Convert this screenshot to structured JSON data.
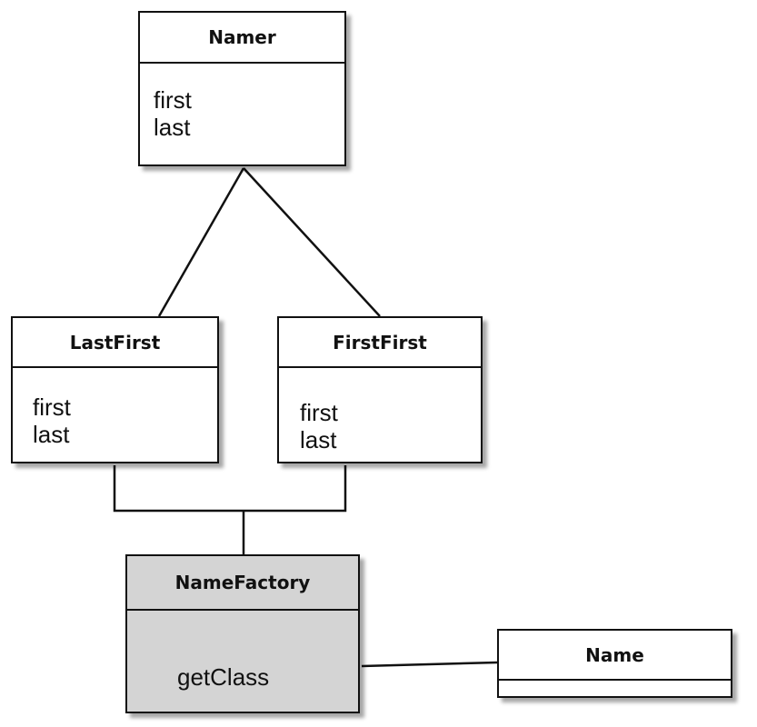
{
  "diagram": {
    "classes": {
      "namer": {
        "name": "Namer",
        "members": [
          "first",
          "last"
        ]
      },
      "lastfirst": {
        "name": "LastFirst",
        "members": [
          "first",
          "last"
        ]
      },
      "firstfirst": {
        "name": "FirstFirst",
        "members": [
          "first",
          "last"
        ]
      },
      "namefactory": {
        "name": "NameFactory",
        "members": [
          "getClass"
        ]
      },
      "name": {
        "name": "Name",
        "members": []
      }
    },
    "relationships": [
      {
        "from": "LastFirst",
        "to": "Namer",
        "kind": "association"
      },
      {
        "from": "FirstFirst",
        "to": "Namer",
        "kind": "association"
      },
      {
        "from": "NameFactory",
        "to": "LastFirst",
        "kind": "association"
      },
      {
        "from": "NameFactory",
        "to": "FirstFirst",
        "kind": "association"
      },
      {
        "from": "NameFactory",
        "to": "Name",
        "kind": "association"
      }
    ],
    "colors": {
      "line": "#111111",
      "box_fill": "#ffffff",
      "factory_fill": "#d4d4d4"
    }
  }
}
